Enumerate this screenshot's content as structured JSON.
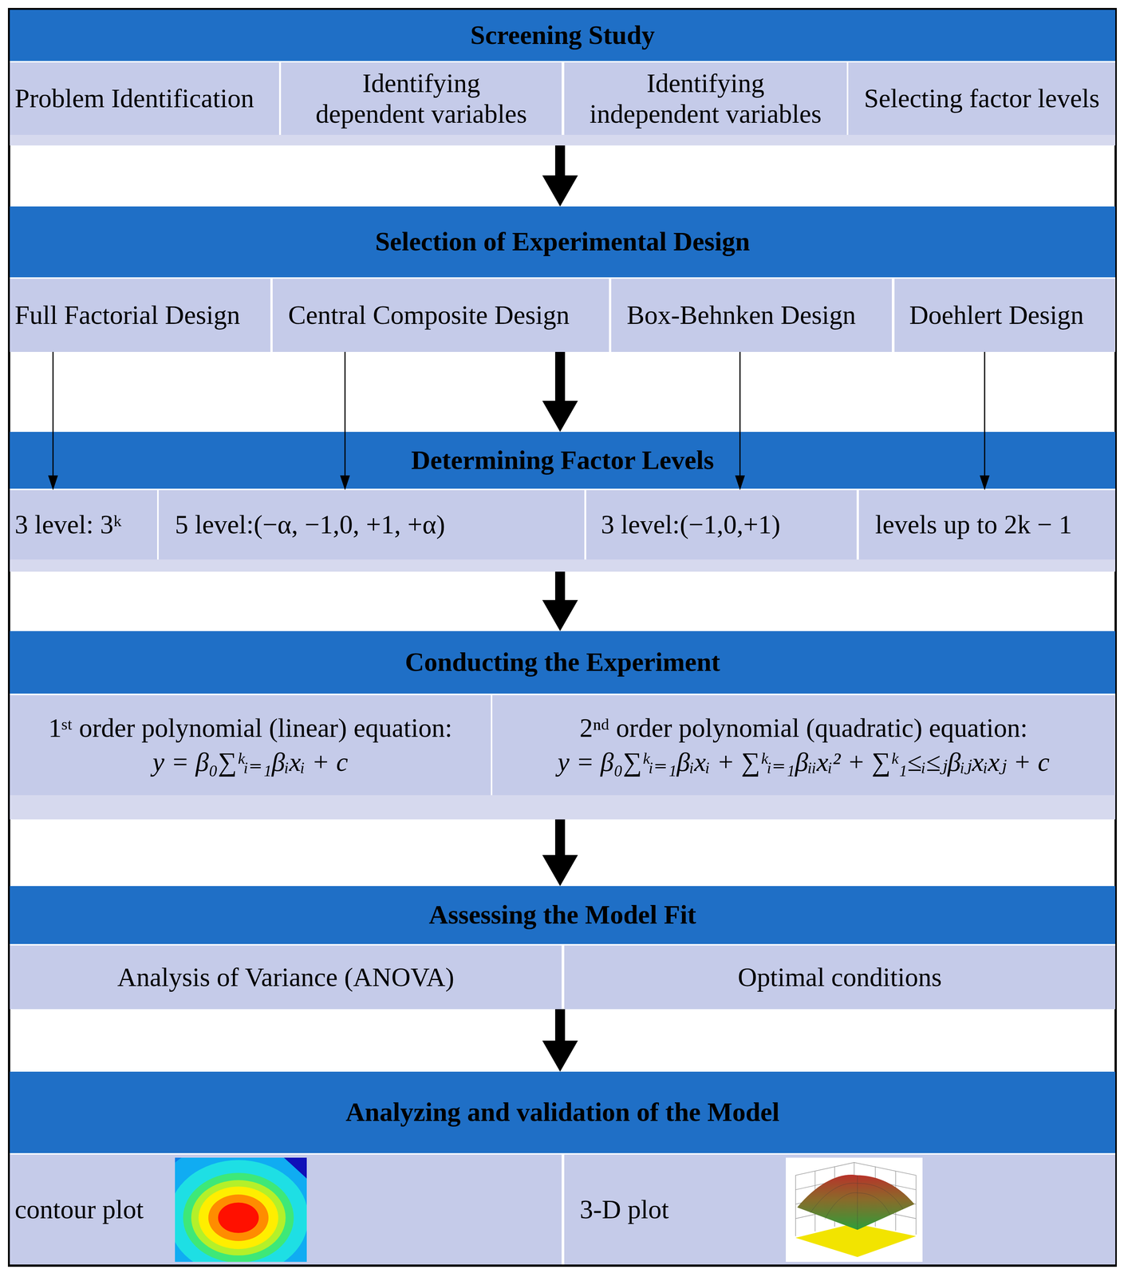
{
  "diagram": {
    "nodes": [
      {
        "text": [
          "Screening Study"
        ]
      },
      {
        "text": [
          "Problem Identification"
        ],
        "in": 0
      },
      {
        "text": [
          "Identifying dependent variables"
        ],
        "in": 0
      },
      {
        "text": [
          "Identifying independent variables"
        ],
        "in": 0
      },
      {
        "text": [
          "Selecting factor levels"
        ],
        "in": 0
      },
      {
        "text": [
          "Selection of Experimental Design"
        ]
      },
      {
        "text": [
          "Full Factorial Design"
        ],
        "in": 5
      },
      {
        "text": [
          "Central Composite Design"
        ],
        "in": 5
      },
      {
        "text": [
          "Box-Behnken Design"
        ],
        "in": 5
      },
      {
        "text": [
          "Doehlert Design"
        ],
        "in": 5
      },
      {
        "text": [
          "Determining Factor Levels"
        ]
      },
      {
        "text": [
          "3 level: 3ᵏ"
        ],
        "in": 10
      },
      {
        "text": [
          "5 level:(−α, −1,0, +1, +α)"
        ],
        "in": 10
      },
      {
        "text": [
          "3 level:(−1,0,+1)"
        ],
        "in": 10
      },
      {
        "text": [
          "levels up to 2k − 1"
        ],
        "in": 10
      },
      {
        "text": [
          "Conducting the Experiment"
        ]
      },
      {
        "text": [
          "1ˢᵗ order polynomial (linear) equation:",
          "y = β₀∑ᵏᵢ₌₁βᵢxᵢ + c"
        ],
        "in": 15
      },
      {
        "text": [
          "2ⁿᵈ order polynomial (quadratic) equation:",
          "y = β₀∑ᵏᵢ₌₁βᵢxᵢ + ∑ᵏᵢ₌₁βᵢᵢxᵢ² + ∑ᵏ₁≤ᵢ≤ⱼβᵢⱼxᵢxⱼ + c"
        ],
        "in": 15
      },
      {
        "text": [
          "Assessing the Model Fit"
        ]
      },
      {
        "text": [
          "Analysis of Variance (ANOVA)"
        ],
        "in": 18
      },
      {
        "text": [
          "Optimal conditions"
        ],
        "in": 18
      },
      {
        "text": [
          "Analyzing and validation of the Model"
        ]
      },
      {
        "text": [
          "contour plot"
        ],
        "in": 21
      },
      {
        "text": [
          "3-D plot"
        ],
        "in": 21
      }
    ],
    "edges": [
      {
        "from": 0,
        "to": 5,
        "arrow": "to"
      },
      {
        "from": 5,
        "to": 10,
        "arrow": "to"
      },
      {
        "from": 10,
        "to": 15,
        "arrow": "to"
      },
      {
        "from": 15,
        "to": 18,
        "arrow": "to"
      },
      {
        "from": 18,
        "to": 21,
        "arrow": "to"
      },
      {
        "from": 6,
        "to": 11,
        "arrow": "to"
      },
      {
        "from": 7,
        "to": 12,
        "arrow": "to"
      },
      {
        "from": 8,
        "to": 13,
        "arrow": "to"
      },
      {
        "from": 9,
        "to": 14,
        "arrow": "to"
      }
    ]
  }
}
